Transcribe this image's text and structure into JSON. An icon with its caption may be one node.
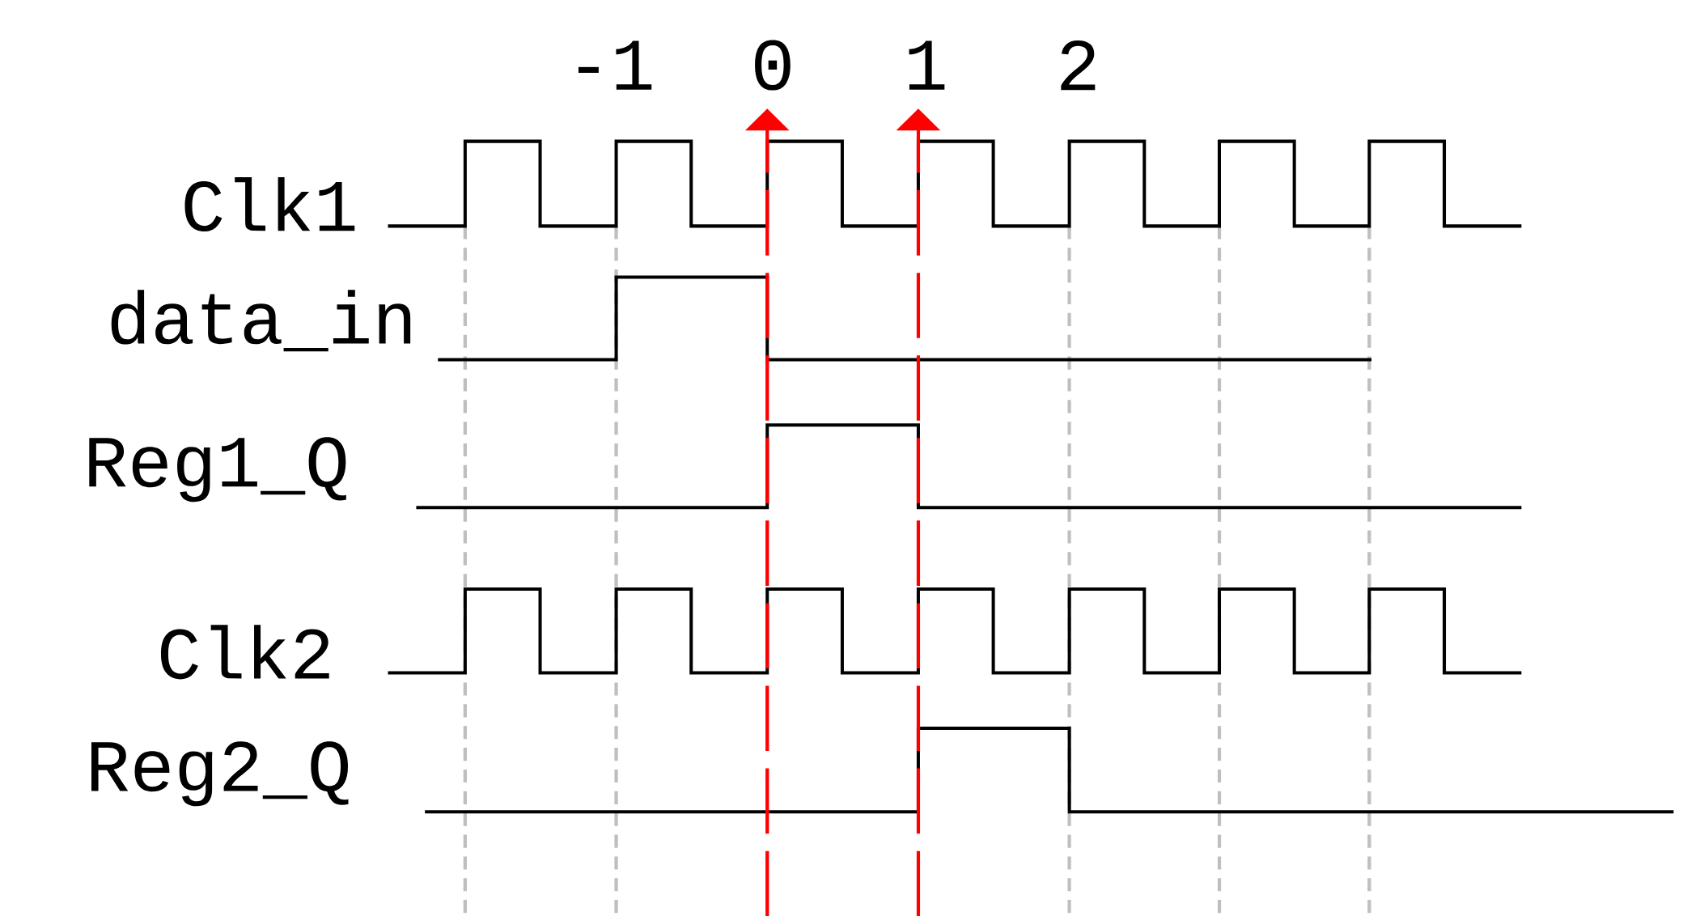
{
  "diagram": {
    "labels": [
      "-1",
      "0",
      "1",
      "2",
      "Clk1",
      "data_in",
      "Reg1_Q",
      "Clk2",
      "Reg2_Q"
    ]
  }
}
